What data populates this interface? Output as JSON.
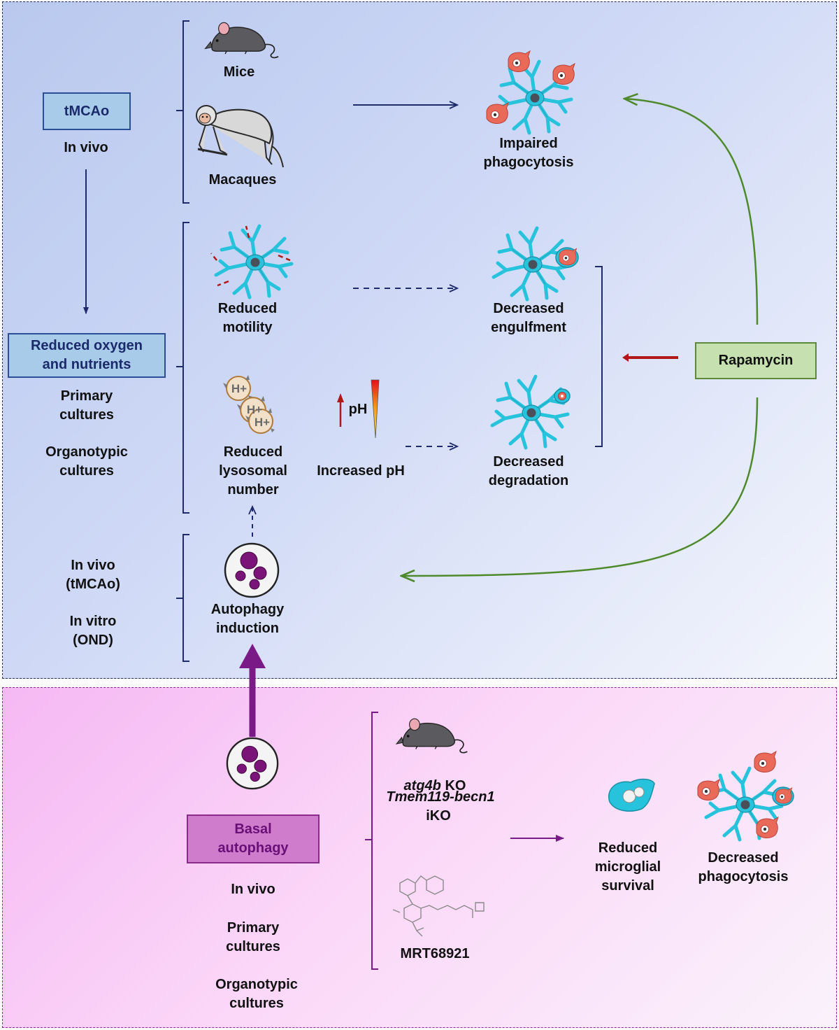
{
  "top": {
    "tmcao_box": "tMCAo",
    "in_vivo": "In vivo",
    "reduced_box": "Reduced oxygen\nand nutrients",
    "primary": "Primary\ncultures",
    "organotypic": "Organotypic\ncultures",
    "in_vivo_tmcao": "In vivo\n(tMCAo)",
    "in_vitro_ond": "In vitro\n(OND)",
    "mice": "Mice",
    "macaques": "Macaques",
    "impaired": "Impaired\nphagocytosis",
    "reduced_motility": "Reduced\nmotility",
    "decreased_engulfment": "Decreased\nengulfment",
    "reduced_lysosomal": "Reduced\nlysosomal\nnumber",
    "ph_symbol": "pH",
    "increased_ph": "Increased pH",
    "decreased_degradation": "Decreased\ndegradation",
    "autophagy_induction": "Autophagy\ninduction",
    "rapamycin": "Rapamycin",
    "hplus": "H+"
  },
  "bottom": {
    "basal_box": "Basal\nautophagy",
    "in_vivo": "In vivo",
    "primary": "Primary\ncultures",
    "organotypic": "Organotypic\ncultures",
    "atg4b_gene": "atg4b",
    "atg4b_suffix": " KO",
    "tmem_gene": "Tmem119-becn1",
    "tmem_suffix": "iKO",
    "mrt": "MRT68921",
    "reduced_survival": "Reduced\nmicroglial\nsurvival",
    "decreased_phago": "Decreased\nphagocytosis"
  },
  "colors": {
    "navy": "#1f2a6b",
    "green": "#4e8a2b",
    "red": "#b01818",
    "purple": "#7a1a86",
    "microglia": "#27c3dc",
    "cell_red": "#ea6a5a",
    "lysosome": "#7b1478"
  },
  "icons": [
    "mouse-icon",
    "macaque-icon",
    "microglia-icon",
    "apoptotic-cell-icon",
    "lysosome-icon",
    "autophagosome-icon",
    "ph-gradient-icon",
    "molecule-icon"
  ]
}
